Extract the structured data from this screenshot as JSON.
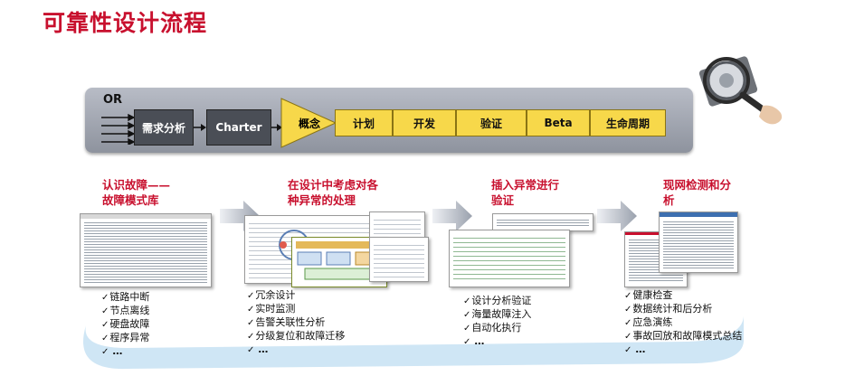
{
  "title": "可靠性设计流程",
  "process": {
    "or_label": "OR",
    "requirements": "需求分析",
    "charter": "Charter",
    "stages": [
      "概念",
      "计划",
      "开发",
      "验证",
      "Beta",
      "生命周期"
    ]
  },
  "columns": [
    {
      "title_line1": "认识故障——",
      "title_line2": "故障模式库",
      "items": [
        "链路中断",
        "节点离线",
        "硬盘故障",
        "程序异常",
        "…"
      ]
    },
    {
      "title_line1": "在设计中考虑对各",
      "title_line2": "种异常的处理",
      "items": [
        "冗余设计",
        "实时监测",
        "告警关联性分析",
        "分级复位和故障迁移",
        "…"
      ]
    },
    {
      "title_line1": "插入异常进行",
      "title_line2": "验证",
      "items": [
        "设计分析验证",
        "海量故障注入",
        "自动化执行",
        "…"
      ]
    },
    {
      "title_line1": "现网检测和分",
      "title_line2": "析",
      "items": [
        "健康检查",
        "数据统计和后分析",
        "应急演练",
        "事故回放和故障模式总结",
        "…"
      ]
    }
  ],
  "colors": {
    "title_red": "#c8102e",
    "stage_yellow": "#f7d84a",
    "dark_box": "#4a4e56",
    "band_gray": "#a4a8b2",
    "swoosh_blue": "#cfe6f5"
  },
  "icons": [
    "magnifier-hard-disk-icon",
    "flow-arrow-icon",
    "checkmark-icon"
  ]
}
